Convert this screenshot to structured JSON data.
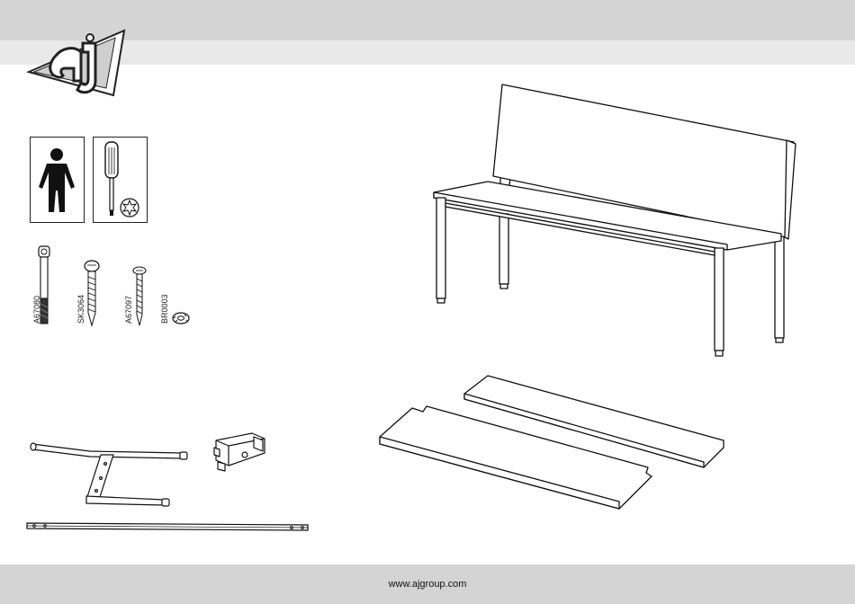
{
  "parts": [
    {
      "code": "A67080"
    },
    {
      "code": "SK3064"
    },
    {
      "code": "A67097"
    },
    {
      "code": "BR0003"
    }
  ],
  "footer": {
    "url": "www.ajgroup.com"
  },
  "icons": [
    "logo-icon",
    "person-icon",
    "screwdriver-icon",
    "torx-icon"
  ],
  "colors": {
    "band": "#d4d4d4",
    "subband": "#e9e9e9",
    "line": "#222222"
  }
}
